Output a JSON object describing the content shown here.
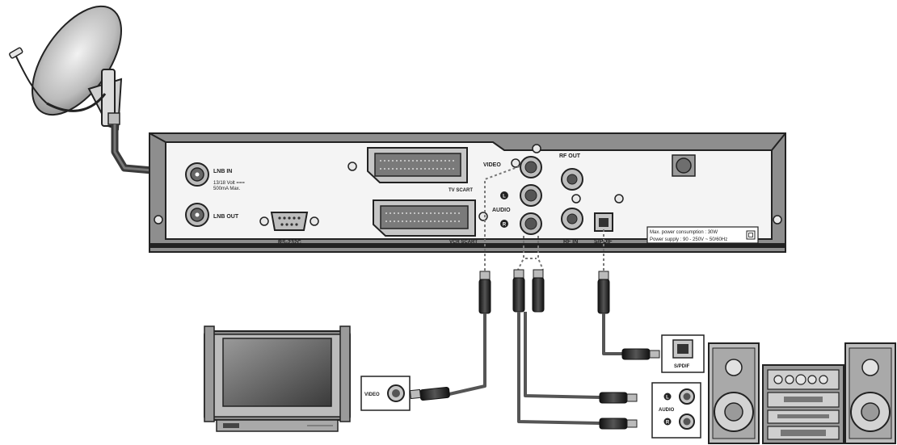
{
  "receiver": {
    "lnb_in": "LNB IN",
    "lnb_in_spec_1": "13/18 Volt ===",
    "lnb_in_spec_2": "500mA Max.",
    "lnb_out": "LNB OUT",
    "rs232c": "RS-232C",
    "tv_scart": "TV SCART",
    "vcr_scart": "VCR SCART",
    "video": "VIDEO",
    "audio": "AUDIO",
    "audio_left": "L",
    "audio_right": "R",
    "rf_out": "RF OUT",
    "rf_in": "RF IN",
    "spdif": "S/PDIF",
    "power_consumption": "Max. power consumption : 30W",
    "power_supply": "Power supply : 90 - 250V ~ 50/60Hz"
  },
  "tv": {
    "video_label": "VIDEO"
  },
  "stereo": {
    "spdif_label": "S/PDIF",
    "audio_label": "AUDIO",
    "audio_left": "L",
    "audio_right": "R"
  },
  "colors": {
    "outline": "#222222",
    "panel_fill": "#8e8e8e",
    "panel_inner": "#f4f4f4",
    "cable": "#555555"
  }
}
